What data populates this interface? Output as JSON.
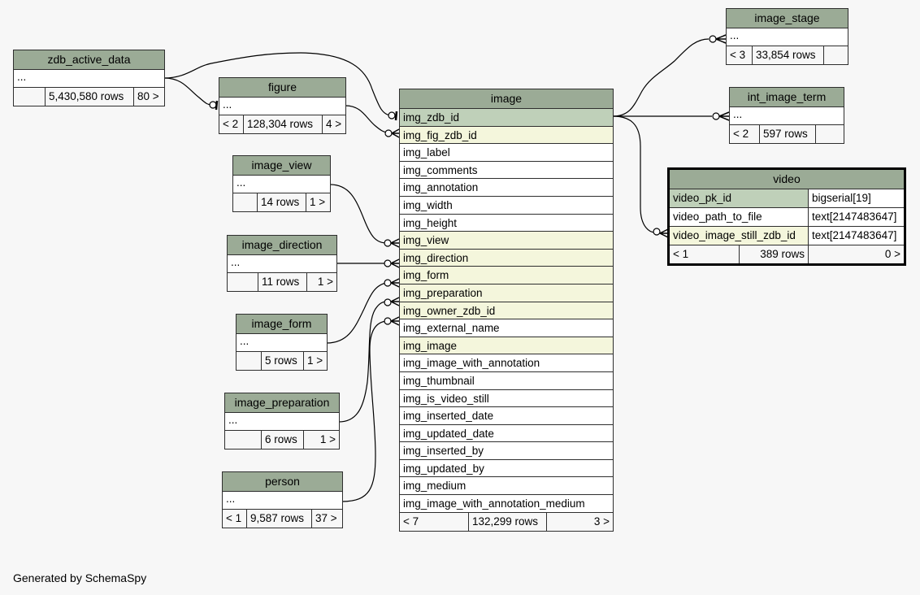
{
  "diagram": {
    "footer_text": "Generated by SchemaSpy",
    "colors": {
      "background": "#f7f7f7",
      "table_header": "#9bab96",
      "primary_key_row": "#bfd0b9",
      "foreign_key_row": "#f4f6dc",
      "border": "#2e2e2e"
    }
  },
  "tables": {
    "zdb_active_data": {
      "name": "zdb_active_data",
      "columns_placeholder": "...",
      "parents": "",
      "rows": "5,430,580 rows",
      "children": "80 >"
    },
    "figure": {
      "name": "figure",
      "columns_placeholder": "...",
      "parents": "< 2",
      "rows": "128,304 rows",
      "children": "4 >"
    },
    "image_view": {
      "name": "image_view",
      "columns_placeholder": "...",
      "parents": "",
      "rows": "14 rows",
      "children": "1 >"
    },
    "image_direction": {
      "name": "image_direction",
      "columns_placeholder": "...",
      "parents": "",
      "rows": "11 rows",
      "children": "1 >"
    },
    "image_form": {
      "name": "image_form",
      "columns_placeholder": "...",
      "parents": "",
      "rows": "5 rows",
      "children": "1 >"
    },
    "image_preparation": {
      "name": "image_preparation",
      "columns_placeholder": "...",
      "parents": "",
      "rows": "6 rows",
      "children": "1 >"
    },
    "person": {
      "name": "person",
      "columns_placeholder": "...",
      "parents": "< 1",
      "rows": "9,587 rows",
      "children": "37 >"
    },
    "image_stage": {
      "name": "image_stage",
      "columns_placeholder": "...",
      "parents": "< 3",
      "rows": "33,854 rows",
      "children": ""
    },
    "int_image_term": {
      "name": "int_image_term",
      "columns_placeholder": "...",
      "parents": "< 2",
      "rows": "597 rows",
      "children": ""
    },
    "image": {
      "name": "image",
      "columns": [
        {
          "name": "img_zdb_id",
          "kind": "pk"
        },
        {
          "name": "img_fig_zdb_id",
          "kind": "fk"
        },
        {
          "name": "img_label",
          "kind": "plain"
        },
        {
          "name": "img_comments",
          "kind": "plain"
        },
        {
          "name": "img_annotation",
          "kind": "plain"
        },
        {
          "name": "img_width",
          "kind": "plain"
        },
        {
          "name": "img_height",
          "kind": "plain"
        },
        {
          "name": "img_view",
          "kind": "fk"
        },
        {
          "name": "img_direction",
          "kind": "fk"
        },
        {
          "name": "img_form",
          "kind": "fk"
        },
        {
          "name": "img_preparation",
          "kind": "fk"
        },
        {
          "name": "img_owner_zdb_id",
          "kind": "fk"
        },
        {
          "name": "img_external_name",
          "kind": "plain"
        },
        {
          "name": "img_image",
          "kind": "fk"
        },
        {
          "name": "img_image_with_annotation",
          "kind": "plain"
        },
        {
          "name": "img_thumbnail",
          "kind": "plain"
        },
        {
          "name": "img_is_video_still",
          "kind": "plain"
        },
        {
          "name": "img_inserted_date",
          "kind": "plain"
        },
        {
          "name": "img_updated_date",
          "kind": "plain"
        },
        {
          "name": "img_inserted_by",
          "kind": "plain"
        },
        {
          "name": "img_updated_by",
          "kind": "plain"
        },
        {
          "name": "img_medium",
          "kind": "plain"
        },
        {
          "name": "img_image_with_annotation_medium",
          "kind": "plain"
        }
      ],
      "parents": "< 7",
      "rows": "132,299 rows",
      "children": "3 >"
    },
    "video": {
      "name": "video",
      "columns": [
        {
          "name": "video_pk_id",
          "type": "bigserial[19]",
          "kind": "pk"
        },
        {
          "name": "video_path_to_file",
          "type": "text[2147483647]",
          "kind": "plain"
        },
        {
          "name": "video_image_still_zdb_id",
          "type": "text[2147483647]",
          "kind": "fk"
        }
      ],
      "parents": "< 1",
      "rows": "389 rows",
      "children": "0 >"
    }
  },
  "relationships": [
    {
      "from": "zdb_active_data",
      "to": "image.img_zdb_id",
      "cardinality": "one-to-zero-or-one"
    },
    {
      "from": "zdb_active_data",
      "to": "figure",
      "cardinality": "one-to-zero-or-one"
    },
    {
      "from": "figure",
      "to": "image.img_fig_zdb_id",
      "cardinality": "one-to-zero-or-many"
    },
    {
      "from": "image_view",
      "to": "image.img_view",
      "cardinality": "one-to-zero-or-many"
    },
    {
      "from": "image_direction",
      "to": "image.img_direction",
      "cardinality": "one-to-zero-or-many"
    },
    {
      "from": "image_form",
      "to": "image.img_form",
      "cardinality": "one-to-zero-or-many"
    },
    {
      "from": "image_preparation",
      "to": "image.img_preparation",
      "cardinality": "one-to-zero-or-many"
    },
    {
      "from": "person",
      "to": "image.img_owner_zdb_id",
      "cardinality": "one-to-zero-or-many"
    },
    {
      "from": "image.img_zdb_id",
      "to": "image_stage",
      "cardinality": "one-to-zero-or-many"
    },
    {
      "from": "image.img_zdb_id",
      "to": "int_image_term",
      "cardinality": "one-to-zero-or-many"
    },
    {
      "from": "image.img_zdb_id",
      "to": "video.video_image_still_zdb_id",
      "cardinality": "one-to-zero-or-many"
    }
  ]
}
